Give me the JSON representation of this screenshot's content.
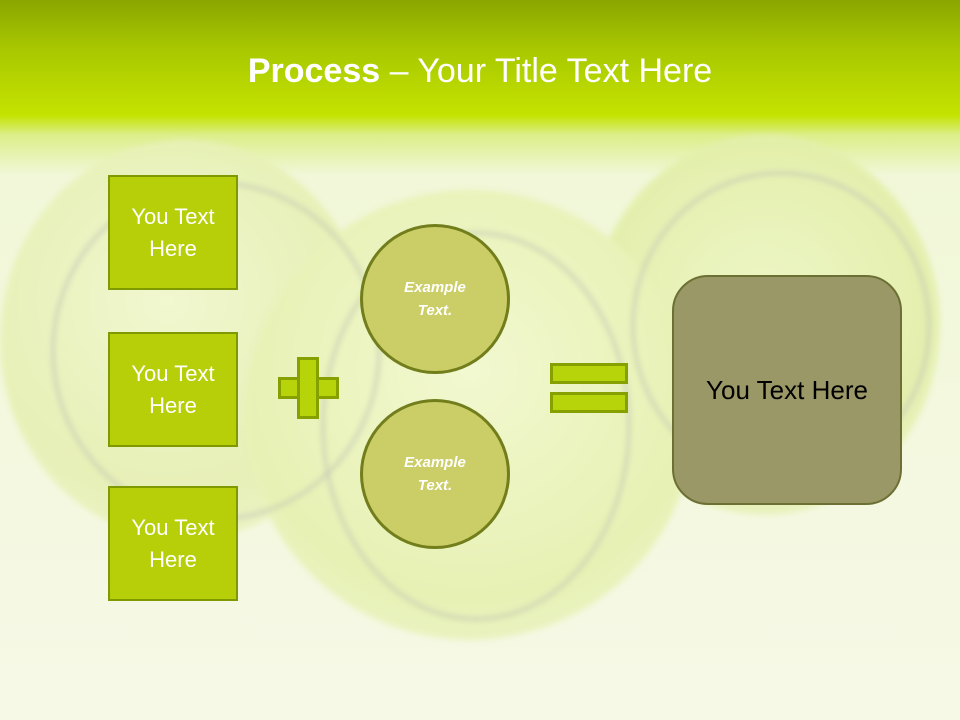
{
  "title": {
    "bold": "Process",
    "rest": " – Your Title Text Here"
  },
  "inputs": [
    {
      "label": "You Text Here"
    },
    {
      "label": "You Text Here"
    },
    {
      "label": "You Text Here"
    }
  ],
  "circles": [
    {
      "label": "Example Text."
    },
    {
      "label": "Example Text."
    }
  ],
  "result": {
    "label": "You Text Here"
  },
  "colors": {
    "box": "#b7cf08",
    "circle": "#cbcd66",
    "result": "#9a9866",
    "header": "#a9c800"
  }
}
